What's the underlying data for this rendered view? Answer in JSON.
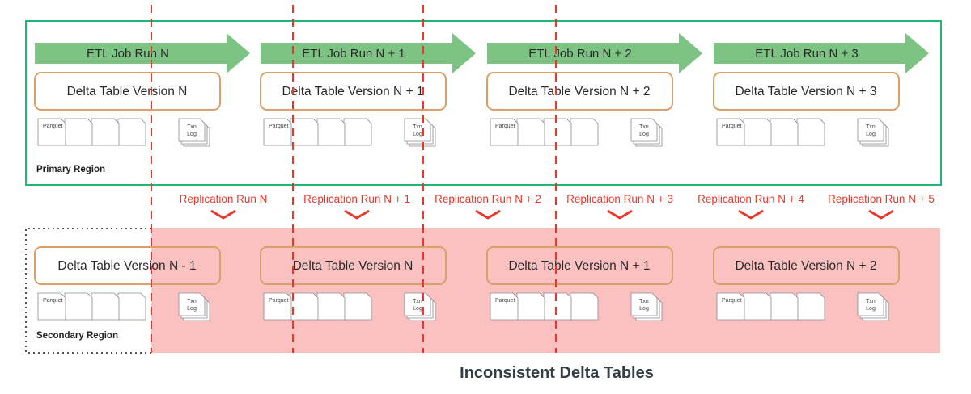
{
  "colors": {
    "primary_border": "#22b573",
    "arrow_green": "#7dc383",
    "box_orange": "#d9a06a",
    "replication_red": "#e8382b",
    "inconsistent_fill": "#fab5b5",
    "secondary_border": "#555555",
    "title_color": "#333d47"
  },
  "primary_region": {
    "label": "Primary Region",
    "etl_runs": [
      "ETL Job Run N",
      "ETL Job Run N + 1",
      "ETL Job Run N + 2",
      "ETL Job Run N + 3"
    ],
    "delta_versions": [
      "Delta Table Version N",
      "Delta Table Version N + 1",
      "Delta Table Version N + 2",
      "Delta Table Version N + 3"
    ]
  },
  "secondary_region": {
    "label": "Secondary Region",
    "delta_versions": [
      "Delta Table Version N - 1",
      "Delta Table Version N",
      "Delta Table Version N + 1",
      "Delta Table Version N + 2"
    ]
  },
  "file_labels": {
    "parquet": "Parquet",
    "txn_log_line1": "Txn",
    "txn_log_line2": "Log"
  },
  "replication_runs": [
    "Replication Run N",
    "Replication Run N + 1",
    "Replication Run N + 2",
    "Replication Run N + 3",
    "Replication Run N + 4",
    "Replication Run N + 5"
  ],
  "footer": {
    "title": "Inconsistent Delta Tables"
  }
}
